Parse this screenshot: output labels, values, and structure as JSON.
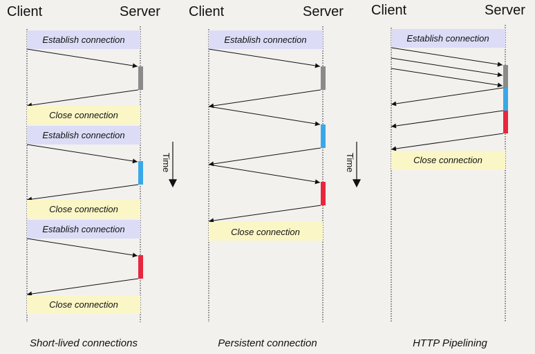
{
  "labels": {
    "client": "Client",
    "server": "Server",
    "establish": "Establish connection",
    "close": "Close connection",
    "time": "Time"
  },
  "captions": {
    "short_lived": "Short-lived connections",
    "persistent": "Persistent connection",
    "pipelining": "HTTP Pipelining"
  },
  "colors": {
    "establish_band": "#dcdcf7",
    "close_band": "#fbf6c6",
    "request_gray": "#8a8a8a",
    "request_blue": "#3aa8e8",
    "request_red": "#e8273f",
    "line": "#111111"
  }
}
